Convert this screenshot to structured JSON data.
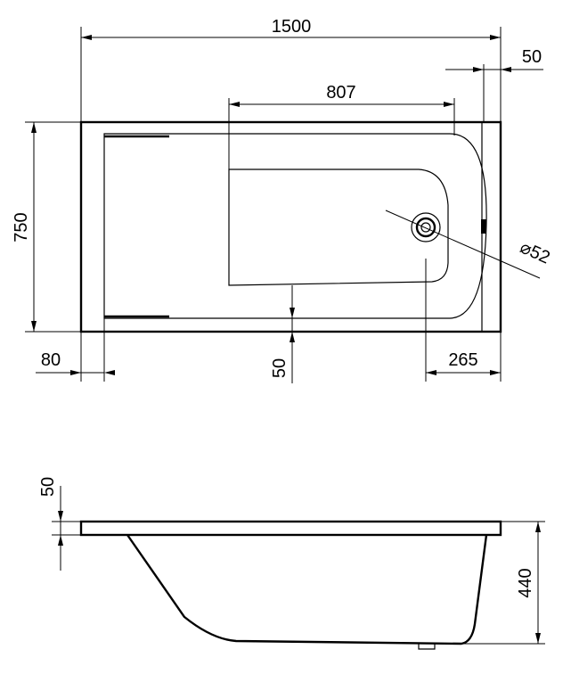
{
  "top_view": {
    "length": "1500",
    "rim_right": "50",
    "flat_length": "807",
    "width": "750",
    "rim_left": "80",
    "rim_bottom": "50",
    "drain_offset": "265",
    "drain_diameter": "⌀52"
  },
  "side_view": {
    "rim_thickness": "50",
    "depth": "440"
  }
}
